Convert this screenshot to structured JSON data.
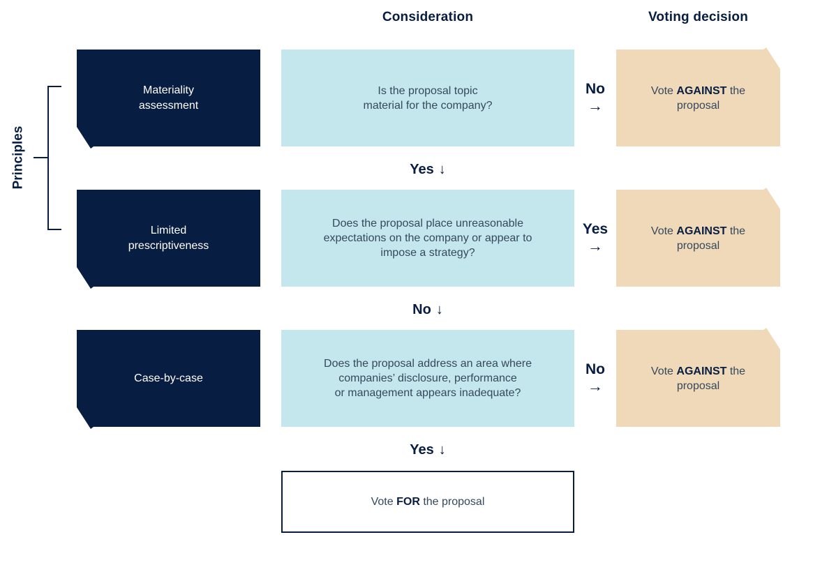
{
  "colors": {
    "navy": "#071D41",
    "light_blue": "#C4E7ED",
    "tan": "#F0D9B9",
    "body_text": "#35485C",
    "white": "#FFFFFF"
  },
  "headers": {
    "consideration": "Consideration",
    "voting_decision": "Voting decision"
  },
  "principles": {
    "label": "Principles"
  },
  "icons": {
    "arrow_right": "→",
    "arrow_down": "↓"
  },
  "rows": [
    {
      "principle_lines": [
        "Materiality",
        "assessment"
      ],
      "question_lines": [
        "Is the proposal topic",
        "material for the company?"
      ],
      "answer": "No",
      "decision": {
        "pre": "Vote ",
        "bold": "AGAINST",
        "post": " the",
        "line2": "proposal"
      },
      "next": "Yes"
    },
    {
      "principle_lines": [
        "Limited",
        "prescriptiveness"
      ],
      "question_lines": [
        "Does the proposal place unreasonable",
        "expectations on the company or appear to",
        "impose a strategy?"
      ],
      "answer": "Yes",
      "decision": {
        "pre": "Vote ",
        "bold": "AGAINST",
        "post": " the",
        "line2": "proposal"
      },
      "next": "No"
    },
    {
      "principle_lines": [
        "Case-by-case"
      ],
      "question_lines": [
        "Does the proposal address an area where",
        "companies’ disclosure, performance",
        "or management appears inadequate?"
      ],
      "answer": "No",
      "decision": {
        "pre": "Vote ",
        "bold": "AGAINST",
        "post": " the",
        "line2": "proposal"
      },
      "next": "Yes"
    }
  ],
  "final_decision": {
    "pre": "Vote ",
    "bold": "FOR",
    "post": " the proposal"
  }
}
